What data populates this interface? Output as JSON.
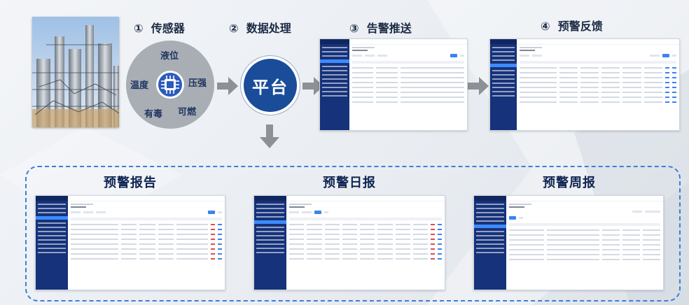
{
  "steps": [
    {
      "num": "①",
      "label": "传感器"
    },
    {
      "num": "②",
      "label": "数据处理"
    },
    {
      "num": "③",
      "label": "告警推送"
    },
    {
      "num": "④",
      "label": "预警反馈"
    }
  ],
  "sensors": {
    "top": "液位",
    "left": "温度",
    "right": "压强",
    "bottom_left": "有毒",
    "bottom_right": "可燃"
  },
  "platform": "平台",
  "reports": [
    {
      "title": "预警报告"
    },
    {
      "title": "预警日报"
    },
    {
      "title": "预警周报"
    }
  ],
  "colors": {
    "platform_blue": "#1a4c9a",
    "arrow_gray": "#8d9094",
    "dashed_border": "#3a7fd8",
    "sidebar_navy": "#16327a"
  }
}
